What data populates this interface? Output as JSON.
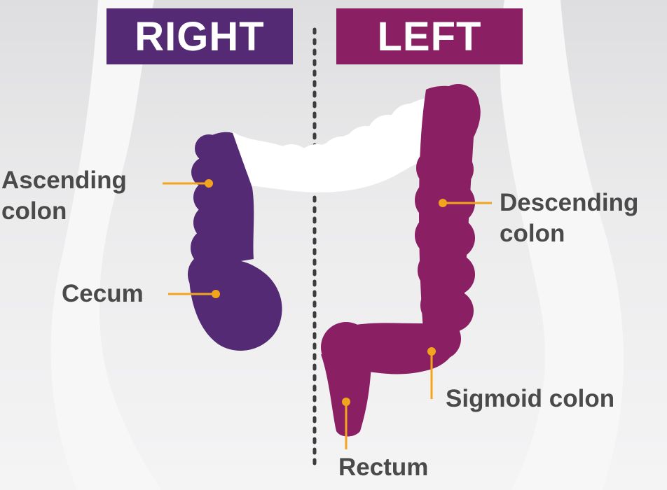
{
  "banners": {
    "right": "RIGHT",
    "left": "LEFT"
  },
  "labels": {
    "ascending": [
      "Ascending",
      "colon"
    ],
    "cecum": "Cecum",
    "descending": [
      "Descending",
      "colon"
    ],
    "sigmoid": "Sigmoid colon",
    "rectum": "Rectum"
  },
  "colors": {
    "background": "#e9e9ea",
    "body_silhouette": "#f6f6f7",
    "right_side": "#532a73",
    "left_side": "#8a1f63",
    "transverse_colon": "#ffffff",
    "leader_line": "#f2a51c",
    "label_text": "#4a4a4a",
    "divider": "#3c3c3c"
  }
}
